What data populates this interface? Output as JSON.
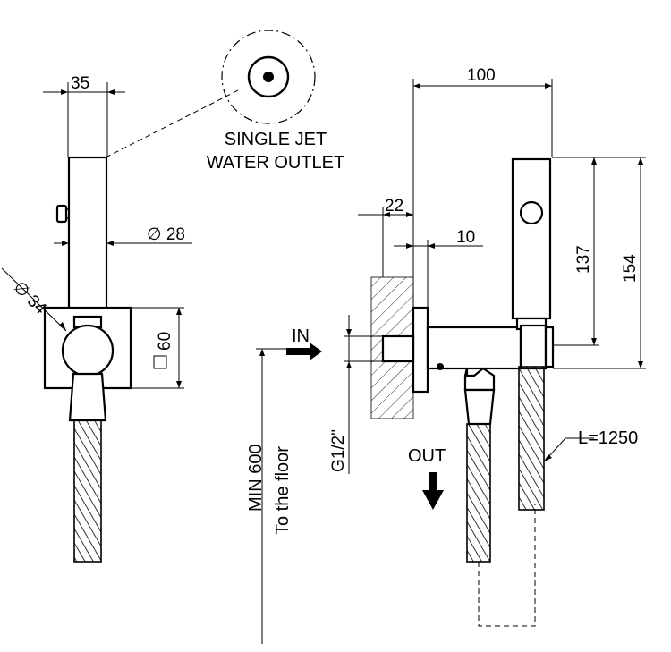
{
  "labels": {
    "single_jet_line1": "SINGLE JET",
    "single_jet_line2": "WATER OUTLET",
    "in": "IN",
    "out": "OUT",
    "hose_length": "L=1250",
    "min_height_line1": "MIN 600",
    "min_height_line2": "To the floor",
    "thread": "G1/2\""
  },
  "dimensions": {
    "handshower_width": "35",
    "handshower_diameter": "∅ 28",
    "ball_diameter": "∅ 34",
    "bracket_square": "60",
    "total_depth": "100",
    "wall_offset": "22",
    "outlet_offset": "10",
    "height_upper": "137",
    "height_total": "154"
  }
}
